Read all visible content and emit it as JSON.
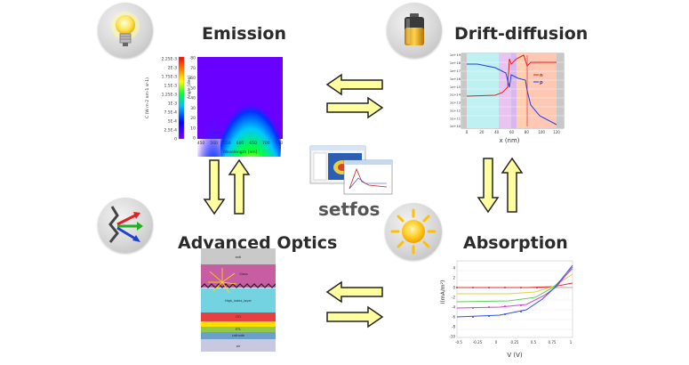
{
  "titles": {
    "emission": "Emission",
    "drift": "Drift-diffusion",
    "optics": "Advanced Optics",
    "absorption": "Absorption",
    "center": "setfos"
  },
  "emission_plot": {
    "ylabel": "C (W m-2 nm-1 sr-1)",
    "ylabel2": "Angle [deg]",
    "xlabel": "Wavelength [nm]",
    "xticks": [
      "450",
      "500",
      "550",
      "600",
      "650",
      "700",
      "750"
    ],
    "yticks": [
      "0",
      "10",
      "20",
      "30",
      "40",
      "50",
      "60",
      "70",
      "80"
    ],
    "cbar_ticks": [
      "2.25E-3",
      "2E-3",
      "1.75E-3",
      "1.5E-3",
      "1.25E-3",
      "1E-3",
      "7.5E-4",
      "5E-4",
      "2.5E-4",
      "0"
    ]
  },
  "drift_plot": {
    "xlabel": "x (nm)",
    "xticks": [
      "0",
      "20",
      "40",
      "60",
      "80",
      "100",
      "120"
    ],
    "yticks": [
      "1e+19",
      "1e+18",
      "1e+17",
      "1e+16",
      "1e+15",
      "1e+14",
      "1e+13",
      "1e+12",
      "1e+11",
      "1e+10"
    ],
    "legend": [
      "n",
      "p"
    ]
  },
  "optics_stack": {
    "layers": [
      "anti",
      "Glass",
      "High_index_layer",
      "ITO",
      "ETL",
      "cathode",
      "air"
    ]
  },
  "absorption_plot": {
    "xlabel": "V (V)",
    "ylabel": "I(mA/m²)",
    "xticks": [
      "-0.5",
      "-0.25",
      "0",
      "0.25",
      "0.5",
      "0.75",
      "1"
    ],
    "yticks": [
      "4",
      "2",
      "0",
      "-2",
      "-4",
      "-6",
      "-8",
      "-10"
    ]
  },
  "icons": [
    "light-bulb-icon",
    "battery-icon",
    "light-rays-icon",
    "sun-icon"
  ],
  "colors": {
    "arrow_fill": "#ffffa0",
    "arrow_stroke": "#222222"
  }
}
